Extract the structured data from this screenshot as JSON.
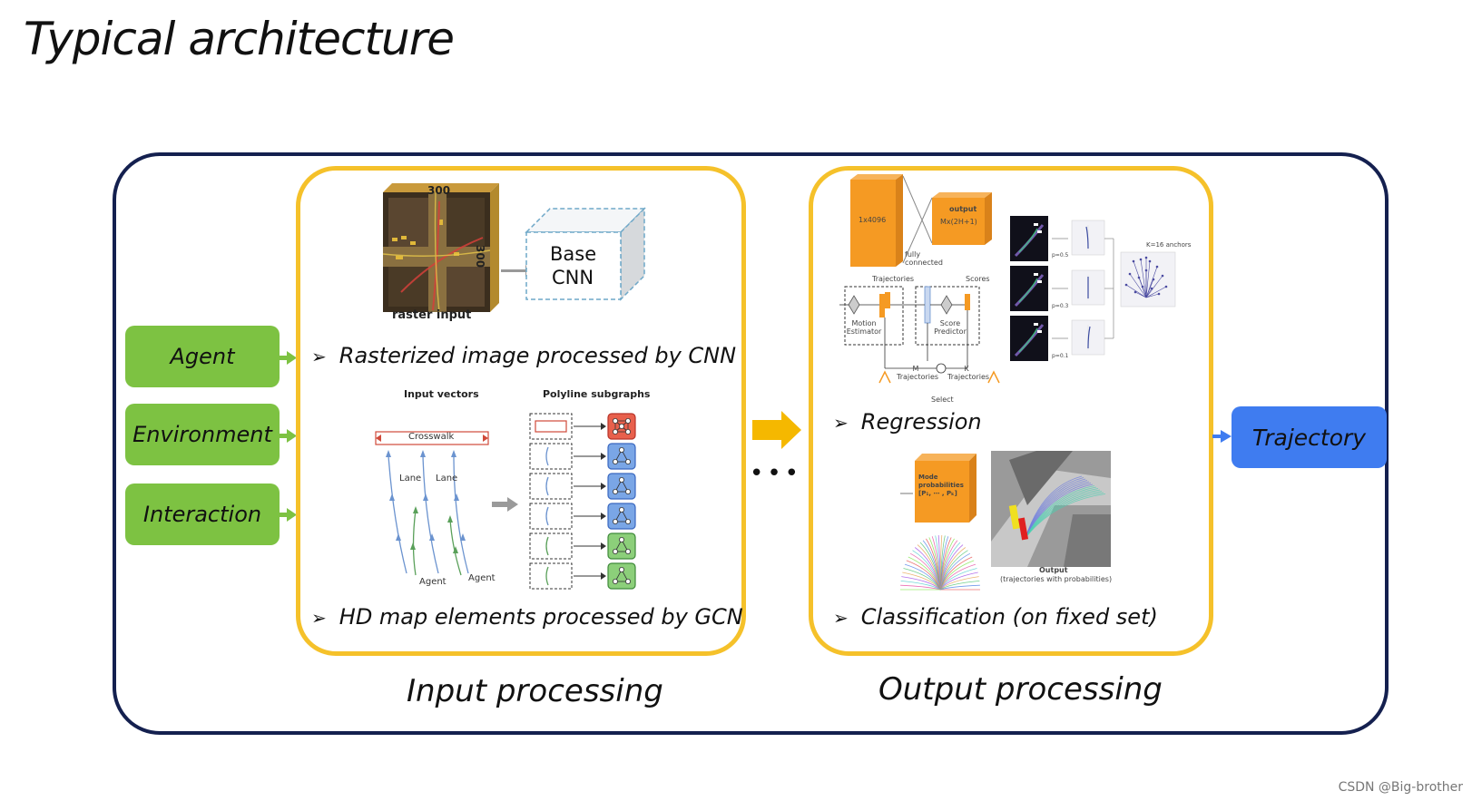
{
  "title": "Typical architecture",
  "inputs": [
    "Agent",
    "Environment",
    "Interaction"
  ],
  "output": "Trajectory",
  "input_panel": {
    "raster": {
      "dim_top": "300",
      "dim_side": "300",
      "label": "raster input",
      "cnn_line1": "Base",
      "cnn_line2": "CNN"
    },
    "bullet1": "Rasterized image processed by CNN",
    "vectors": {
      "heading_left": "Input vectors",
      "heading_right": "Polyline subgraphs",
      "crosswalk": "Crosswalk",
      "lane": "Lane",
      "agent": "Agent"
    },
    "bullet2": "HD map elements processed by GCN",
    "caption": "Input processing"
  },
  "ellipsis": "•••",
  "output_panel": {
    "regression_fig": {
      "block_label": "1x4096",
      "fc_label": "fully connected",
      "output_label_1": "output",
      "output_label_2": "Mx(2H+1)",
      "trajectories": "Trajectories",
      "scores": "Scores",
      "motion_estimator": "Motion Estimator",
      "score_predictor": "Score Predictor",
      "m_traj": "M Trajectories",
      "k_traj": "K Trajectories",
      "select": "Select",
      "anchors": "K=16 anchors",
      "p_labels": [
        "p=0.5",
        "p=0.3",
        "p=0.1"
      ]
    },
    "bullet1": "Regression",
    "classification_fig": {
      "mode_label_1": "Mode",
      "mode_label_2": "probabilities",
      "mode_label_3": "[P₁, ⋯ , Pₖ]",
      "output_label": "Output",
      "output_sub": "(trajectories with probabilities)"
    },
    "bullet2": "Classification (on fixed set)",
    "caption": "Output processing"
  },
  "watermark": "CSDN @Big-brother",
  "colors": {
    "frame": "#14204f",
    "panel_border": "#f5c12a",
    "input_box": "#7dc242",
    "output_box": "#3f7cf0",
    "arrow": "#f5b800",
    "orange": "#f59a23"
  }
}
